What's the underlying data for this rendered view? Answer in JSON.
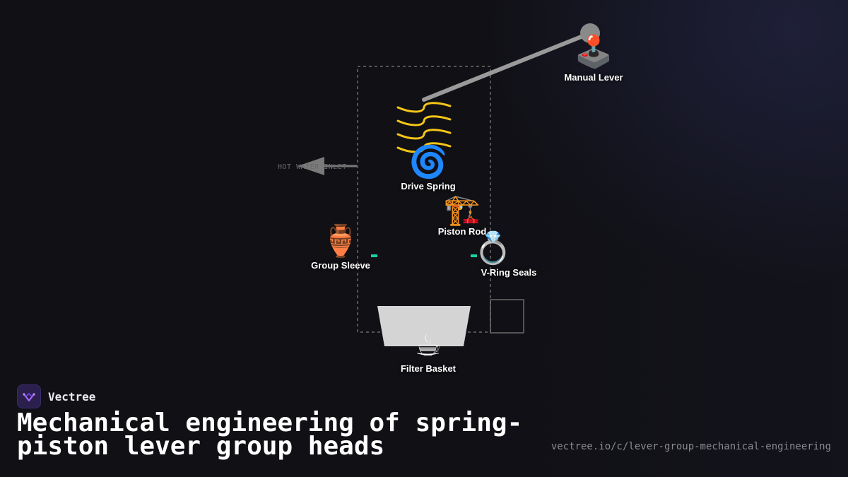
{
  "diagram": {
    "inlet_label": "HOT WATER INLET",
    "components": [
      {
        "id": "lever",
        "label": "Manual Lever",
        "icon": "joystick-icon",
        "glyph": "🕹️"
      },
      {
        "id": "spring",
        "label": "Drive Spring",
        "icon": "spiral-icon",
        "glyph": "🌀"
      },
      {
        "id": "piston",
        "label": "Piston Rod",
        "icon": "crane-icon",
        "glyph": "🏗️"
      },
      {
        "id": "sleeve",
        "label": "Group Sleeve",
        "icon": "amphora-icon",
        "glyph": "🏺"
      },
      {
        "id": "seals",
        "label": "V-Ring Seals",
        "icon": "ring-icon",
        "glyph": "💍"
      },
      {
        "id": "basket",
        "label": "Filter Basket",
        "icon": "coffee-cup-icon",
        "glyph": "☕"
      }
    ],
    "colors": {
      "background": "#101015",
      "spring_coil": "#f5c518",
      "seal_marker": "#19d3a6",
      "lever_arm": "#9a9a9a",
      "basket": "#d4d4d4",
      "housing_outline": "#555555"
    }
  },
  "footer": {
    "brand": "Vectree",
    "title": "Mechanical engineering of spring-piston lever group heads",
    "url": "vectree.io/c/lever-group-mechanical-engineering"
  }
}
